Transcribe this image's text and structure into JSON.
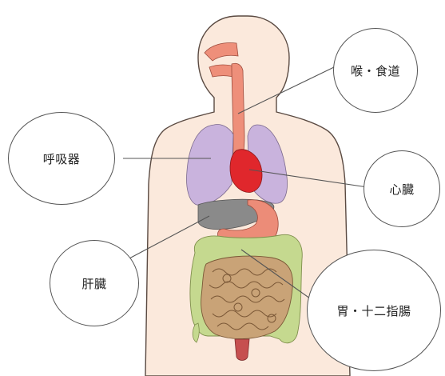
{
  "labels": {
    "throat_esophagus": "喉・食道",
    "respiratory": "呼吸器",
    "heart": "心臓",
    "liver": "肝臓",
    "stomach_duodenum": "胃・十二指腸"
  },
  "colors": {
    "skin": "#fbe9dc",
    "outline": "#5a4a42",
    "lung": "#c9b3dd",
    "heart": "#e0272c",
    "esophagus": "#ee8f7a",
    "liver": "#8a8a8a",
    "stomach": "#ec8c78",
    "large_intestine": "#c5d98f",
    "small_intestine": "#c9a377",
    "rectum": "#c64f4f"
  }
}
